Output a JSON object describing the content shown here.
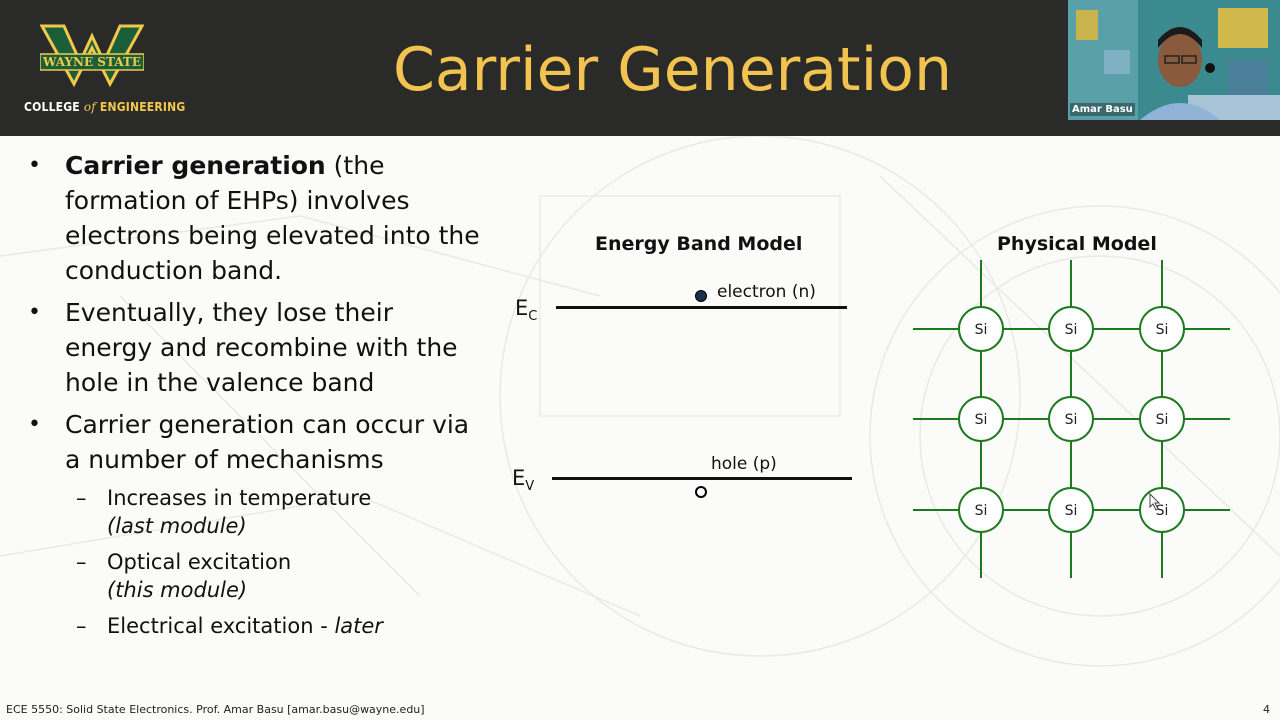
{
  "header": {
    "logo": {
      "wordmark": "WAYNE STATE",
      "line1": "COLLEGE",
      "line_of": "of",
      "line2": "ENGINEERING"
    },
    "title": "Carrier Generation"
  },
  "webcam": {
    "name": "Amar Basu"
  },
  "bullets": [
    {
      "bold": "Carrier generation",
      "text": " (the formation of EHPs) involves electrons being elevated into the conduction band."
    },
    {
      "text": "Eventually, they lose their energy and recombine with the hole in the valence band"
    },
    {
      "text": "Carrier generation can occur via a number of mechanisms"
    }
  ],
  "sub_bullets": [
    {
      "text": "Increases in temperature",
      "italic": "(last module)"
    },
    {
      "text": "Optical excitation",
      "italic": "(this module)"
    },
    {
      "text": "Electrical excitation - ",
      "italic": "later"
    }
  ],
  "energy_band": {
    "title": "Energy Band Model",
    "ec_letter": "E",
    "ec_sub": "C",
    "ev_letter": "E",
    "ev_sub": "V",
    "electron_label": "electron (n)",
    "hole_label": "hole (p)"
  },
  "physical": {
    "title": "Physical Model",
    "atoms": [
      "Si",
      "Si",
      "Si",
      "Si",
      "Si",
      "Si",
      "Si",
      "Si",
      "Si"
    ],
    "lattice_color": "#1f7a1f"
  },
  "footer": {
    "text": "ECE 5550: Solid State Electronics.  Prof. Amar Basu [amar.basu@wayne.edu]",
    "page": "4"
  },
  "colors": {
    "header_bg": "#2a2a28",
    "title": "#f3c34f",
    "logo_green": "#1b5e3a",
    "logo_gold": "#f2c84b"
  }
}
